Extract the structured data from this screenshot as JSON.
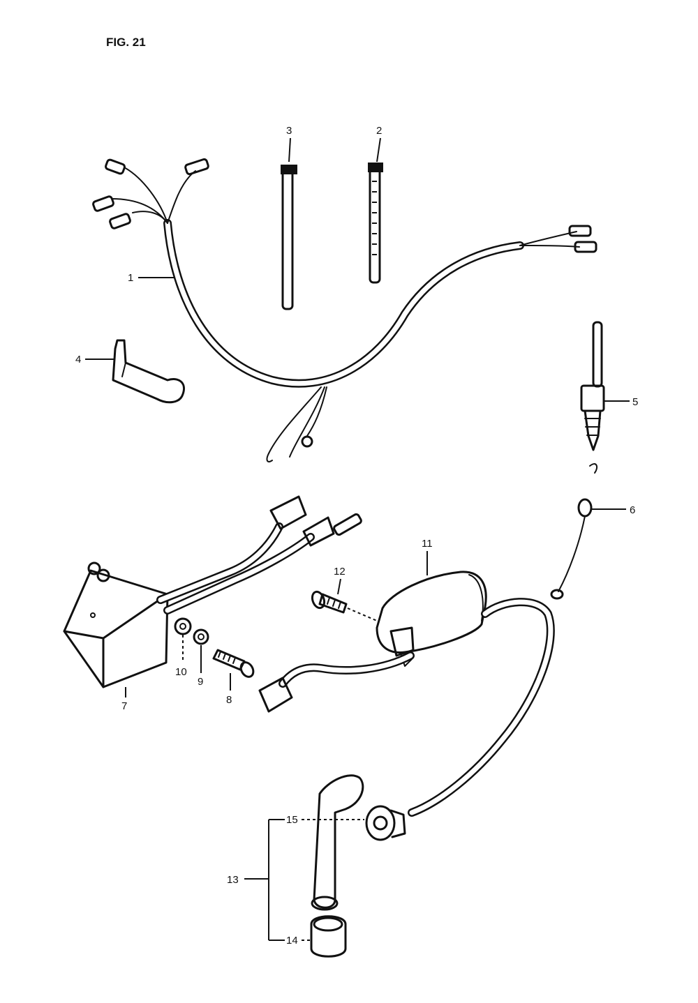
{
  "figure": {
    "title": "FIG. 21"
  },
  "callouts": {
    "c1": "1",
    "c2": "2",
    "c3": "3",
    "c4": "4",
    "c5": "5",
    "c6": "6",
    "c7": "7",
    "c8": "8",
    "c9": "9",
    "c10": "10",
    "c11": "11",
    "c12": "12",
    "c13": "13",
    "c14": "14",
    "c15": "15"
  }
}
